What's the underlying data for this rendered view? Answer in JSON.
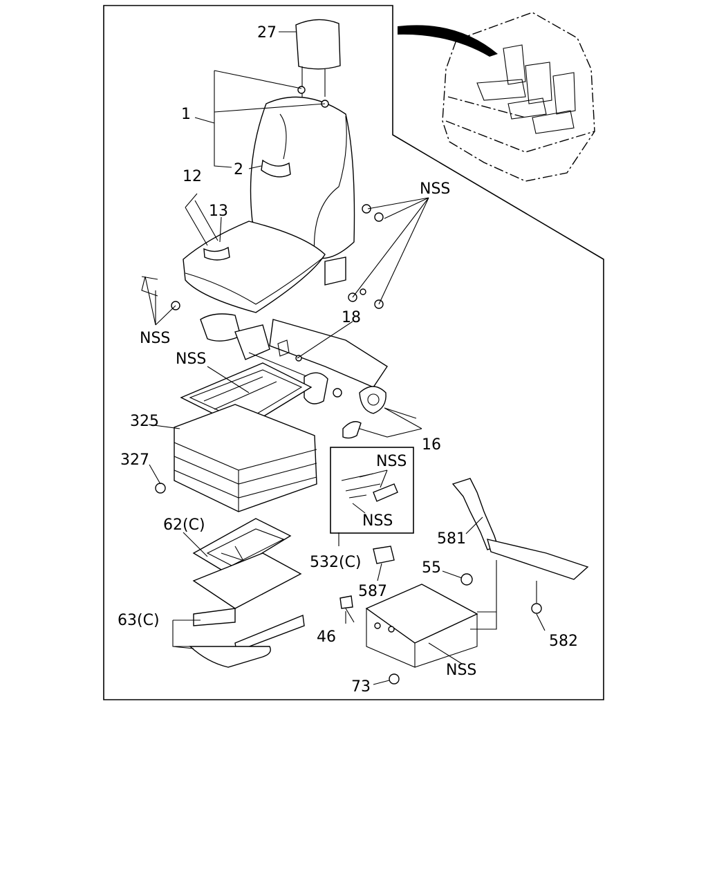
{
  "callouts": {
    "c27": "27",
    "c1": "1",
    "c2": "2",
    "c12": "12",
    "c13": "13",
    "nss_top": "NSS",
    "nss_left": "NSS",
    "c18": "18",
    "nss_frame": "NSS",
    "c325": "325",
    "c16": "16",
    "c327": "327",
    "nss_box_top": "NSS",
    "nss_box_bottom": "NSS",
    "c62": "62(C)",
    "c581": "581",
    "c532": "532(C)",
    "c55": "55",
    "c587": "587",
    "c63": "63(C)",
    "c46": "46",
    "c582": "582",
    "nss_bracket": "NSS",
    "c73": "73"
  },
  "icons": [
    "seat-assembly-drawing",
    "cab-inset-drawing"
  ]
}
